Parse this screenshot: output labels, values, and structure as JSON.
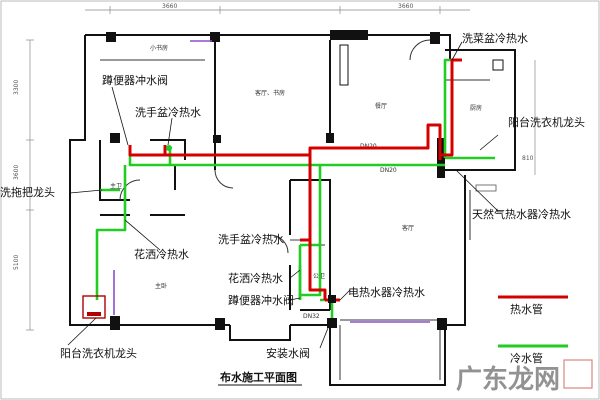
{
  "title": "布水施工平面图",
  "colors": {
    "hot": "#d40000",
    "cold": "#22cc22",
    "wall": "#111111",
    "riser": "#8a4fd0"
  },
  "dimensions": {
    "top_left": "3660",
    "top_right": "3660",
    "left_upper": "3300",
    "left_mid": "3600",
    "left_lower": "5100",
    "right_side": "810"
  },
  "rooms": {
    "study": "小书房",
    "living": "客厅、书房",
    "kitchen_small": "餐厅",
    "kitchen": "厨房",
    "master_bath": "主卫",
    "master_bed": "主卧",
    "guest": "客厅",
    "small_bath": "公卫"
  },
  "pipes": {
    "dn20_upper": "DN20",
    "dn20_lower": "DN20",
    "dn32": "DN32"
  },
  "labels": {
    "toilet_flush_top": "蹲便器冲水阀",
    "basin_cold_top": "洗手盆冷热水",
    "mop_faucet": "洗拖把龙头",
    "shower_left": "花洒冷热水",
    "washer_bottom_left": "阳台洗衣机龙头",
    "basin_cold_mid": "洗手盆冷热水",
    "shower_mid": "花洒冷热水",
    "toilet_flush_mid": "蹲便器冲水阀",
    "valve": "安装水阀",
    "heater_electric": "电热水器冷热水",
    "sink_top_right": "洗菜盆冷热水",
    "washer_right": "阳台洗衣机龙头",
    "gas_heater": "天然气热水器冷热水"
  },
  "legend": {
    "hot": "热水管",
    "cold": "冷水管"
  },
  "watermark": "广东龙网"
}
